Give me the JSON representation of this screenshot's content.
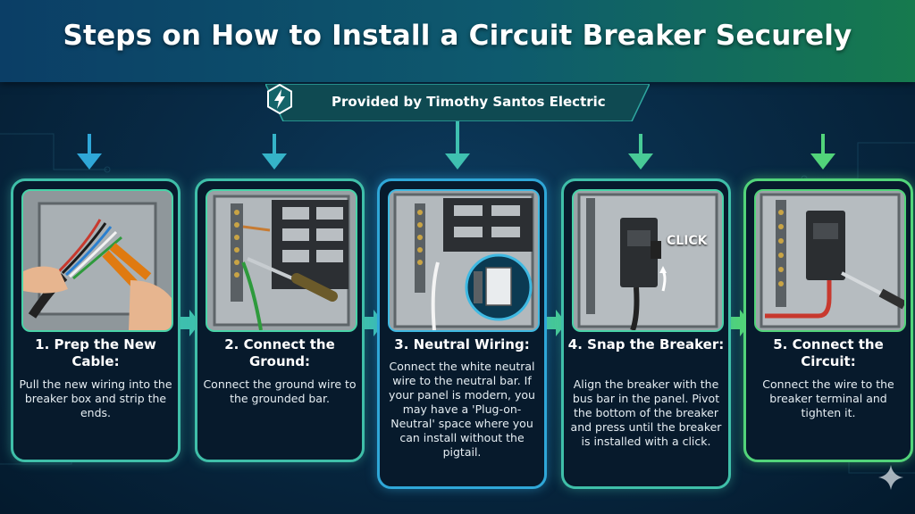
{
  "header": {
    "title": "Steps on How to Install a Circuit Breaker Securely"
  },
  "banner": {
    "text": "Provided by Timothy Santos Electric",
    "logo_icon": "lightning-gear-icon"
  },
  "colors": {
    "teal": "#3fbfa9",
    "blue": "#2fa7d8",
    "green": "#52d47a"
  },
  "steps": [
    {
      "title": "1. Prep the New Cable:",
      "description": "Pull the new wiring into the breaker box and strip the ends."
    },
    {
      "title": "2. Connect the Ground:",
      "description": "Connect the ground wire to the grounded bar."
    },
    {
      "title": "3. Neutral Wiring:",
      "description": "Connect the white neutral wire to the neutral bar. If your panel is modern, you may have a 'Plug-on-Neutral' space where you can install without the pigtail."
    },
    {
      "title": "4. Snap the Breaker:",
      "description": "Align the breaker with the bus bar in the panel. Pivot the bottom of the breaker and press until the breaker is installed with a click.",
      "callout": "CLICK"
    },
    {
      "title": "5. Connect the Circuit:",
      "description": "Connect the wire to the breaker terminal and tighten it."
    }
  ]
}
